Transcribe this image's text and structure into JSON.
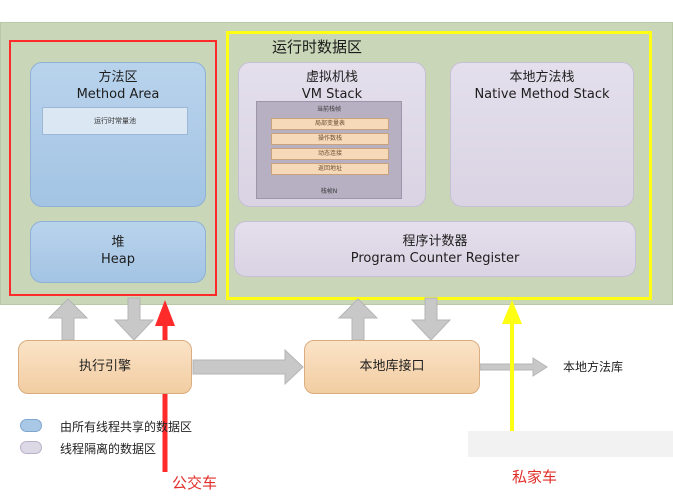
{
  "runtime": {
    "title": "运行时数据区"
  },
  "method_area": {
    "title_cn": "方法区",
    "title_en": "Method Area",
    "constant_pool": "运行时常量池"
  },
  "heap": {
    "title_cn": "堆",
    "title_en": "Heap"
  },
  "vm_stack": {
    "title_cn": "虚拟机栈",
    "title_en": "VM Stack",
    "current_frame": "当前栈帧",
    "rows": [
      "局部变量表",
      "操作数栈",
      "动态连接",
      "返回地址"
    ],
    "frame_n": "栈帧N"
  },
  "native_stack": {
    "title_cn": "本地方法栈",
    "title_en": "Native Method Stack"
  },
  "pc_register": {
    "title_cn": "程序计数器",
    "title_en": "Program Counter Register"
  },
  "engine": {
    "label": "执行引擎"
  },
  "native_interface": {
    "label": "本地库接口"
  },
  "native_library": {
    "label": "本地方法库"
  },
  "legend": {
    "shared": "由所有线程共享的数据区",
    "isolated": "线程隔离的数据区"
  },
  "annotations": {
    "bus": "公交车",
    "private_car": "私家车"
  },
  "colors": {
    "shared": "#a9c8e6",
    "private": "#ddd8e6",
    "runtime_bg": "#c9d6b8",
    "engine": "#f5d3ad",
    "red": "#ff2a2a",
    "yellow": "#ffff14",
    "arrow": "#c8c8c8"
  }
}
